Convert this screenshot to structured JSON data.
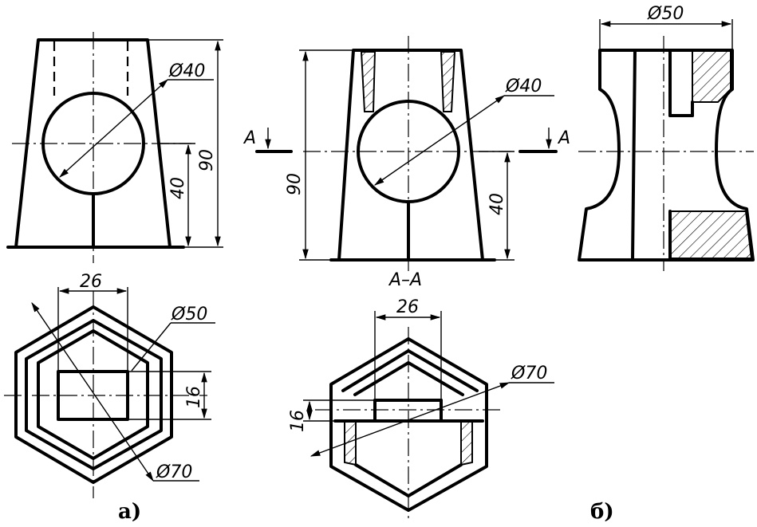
{
  "labels": {
    "d40_a": "Ø40",
    "h90_a": "90",
    "h40_a": "40",
    "d40_b": "Ø40",
    "h90_b": "90",
    "h40_b": "40",
    "d50_c": "Ø50",
    "cut_left": "A",
    "cut_right": "A",
    "section": "A–A",
    "w26_a": "26",
    "d50_a": "Ø50",
    "w16_a": "16",
    "d70_a": "Ø70",
    "w26_b": "26",
    "d70_b": "Ø70",
    "w16_b": "16",
    "caption_a": "а)",
    "caption_b": "б)"
  }
}
